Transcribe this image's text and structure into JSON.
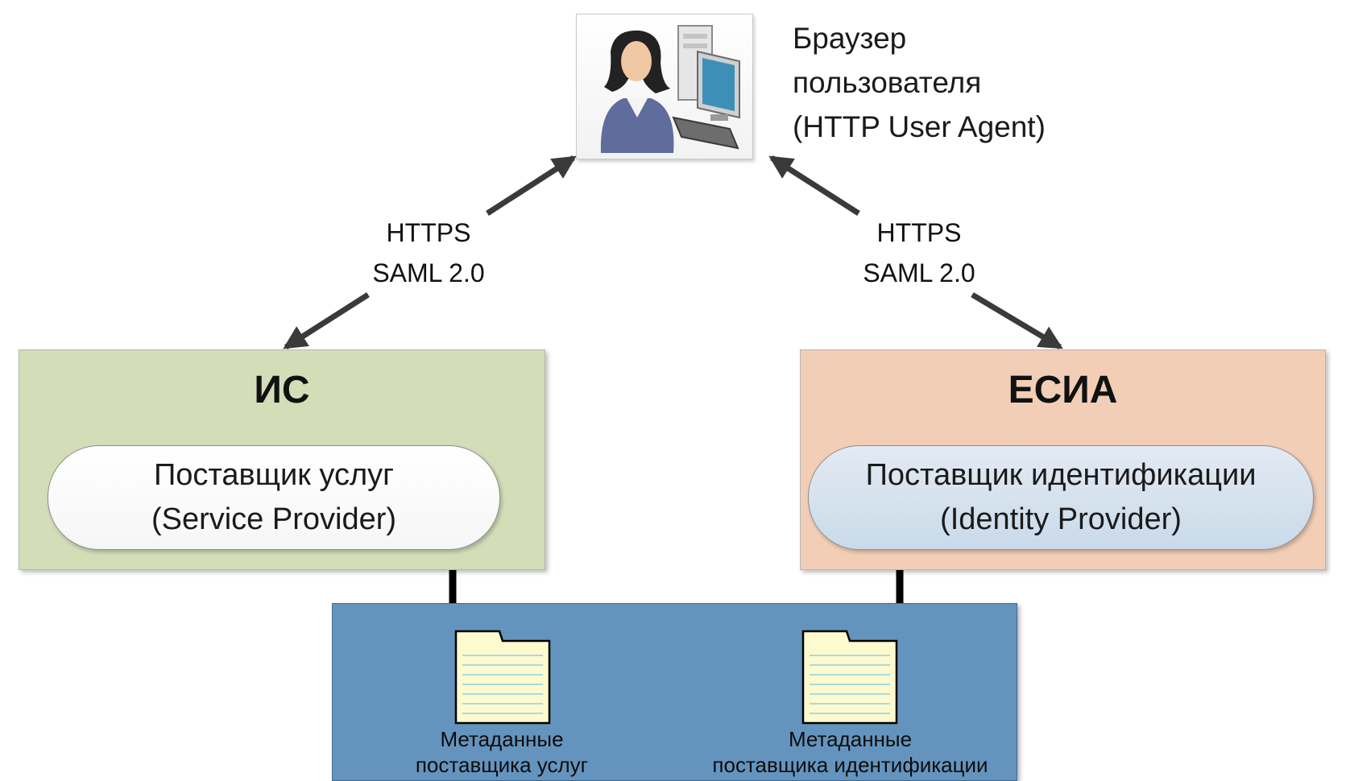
{
  "user_agent": {
    "icon": "user-computer-icon",
    "label_lines": [
      "Браузер",
      "пользователя",
      "(HTTP User Agent)"
    ]
  },
  "protocols": {
    "left": {
      "line1": "HTTPS",
      "line2": "SAML 2.0"
    },
    "right": {
      "line1": "HTTPS",
      "line2": "SAML 2.0"
    }
  },
  "is_panel": {
    "title": "ИС",
    "component_lines": [
      "Поставщик услуг",
      "(Service Provider)"
    ],
    "color": "#d3ddb8"
  },
  "esia_panel": {
    "title": "ЕСИА",
    "component_lines": [
      "Поставщик идентификации",
      "(Identity Provider)"
    ],
    "color": "#f2ceb6"
  },
  "metadata_panel": {
    "color": "#6494be",
    "files": [
      {
        "icon": "document-icon",
        "label_lines": [
          "Метаданные",
          "поставщика услуг"
        ]
      },
      {
        "icon": "document-icon",
        "label_lines": [
          "Метаданные",
          "поставщика идентификации"
        ]
      }
    ]
  },
  "colors": {
    "arrow": "#3a3a3a",
    "connector": "#000000"
  }
}
